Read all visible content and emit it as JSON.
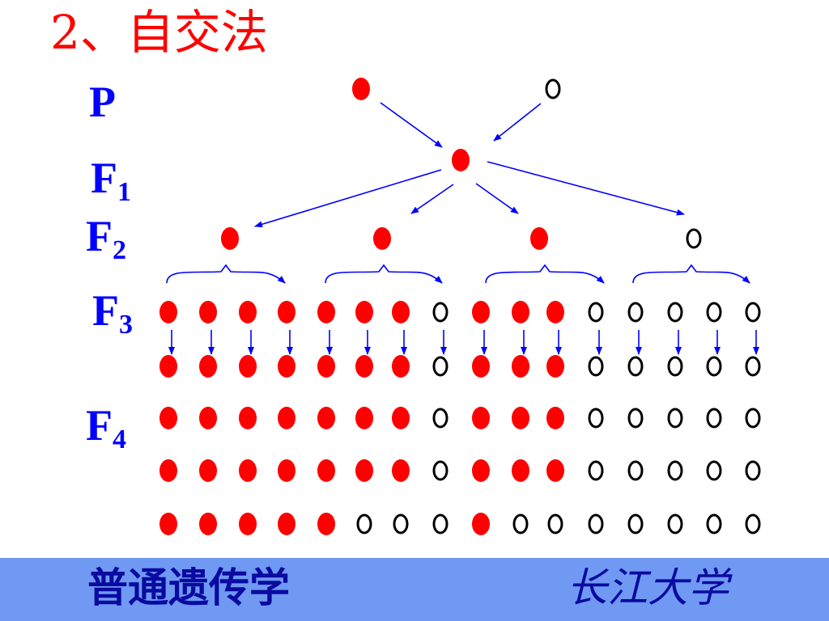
{
  "title": "2、自交法",
  "generations": [
    {
      "id": "P",
      "base": "P",
      "sub": ""
    },
    {
      "id": "F1",
      "base": "F",
      "sub": "1"
    },
    {
      "id": "F2",
      "base": "F",
      "sub": "2"
    },
    {
      "id": "F3",
      "base": "F",
      "sub": "3"
    },
    {
      "id": "F4",
      "base": "F",
      "sub": "4"
    }
  ],
  "colors": {
    "red_plant": "#ff0000",
    "white_plant_outline": "#000000",
    "arrow": "#0000ff",
    "title": "#ff0000",
    "label": "#0000ff",
    "footer_bg": "#6f99f2",
    "footer_text": "#0a0aa0"
  },
  "icons": {
    "red": "filled-red-circle",
    "white": "hollow-black-circle"
  },
  "parents": [
    "red",
    "white"
  ],
  "f1": "red",
  "f2": [
    "red",
    "red",
    "red",
    "white"
  ],
  "f3": [
    "red",
    "red",
    "red",
    "red",
    "red",
    "red",
    "red",
    "white",
    "red",
    "red",
    "red",
    "white",
    "white",
    "white",
    "white",
    "white"
  ],
  "f4_rows": [
    [
      "red",
      "red",
      "red",
      "red",
      "red",
      "red",
      "red",
      "white",
      "red",
      "red",
      "red",
      "white",
      "white",
      "white",
      "white",
      "white"
    ],
    [
      "red",
      "red",
      "red",
      "red",
      "red",
      "red",
      "red",
      "white",
      "red",
      "red",
      "red",
      "white",
      "white",
      "white",
      "white",
      "white"
    ],
    [
      "red",
      "red",
      "red",
      "red",
      "red",
      "red",
      "red",
      "white",
      "red",
      "red",
      "red",
      "white",
      "white",
      "white",
      "white",
      "white"
    ],
    [
      "red",
      "red",
      "red",
      "red",
      "red",
      "white",
      "white",
      "white",
      "red",
      "white",
      "white",
      "white",
      "white",
      "white",
      "white",
      "white"
    ]
  ],
  "footer": {
    "course": "普通遗传学",
    "university": "长江大学"
  }
}
